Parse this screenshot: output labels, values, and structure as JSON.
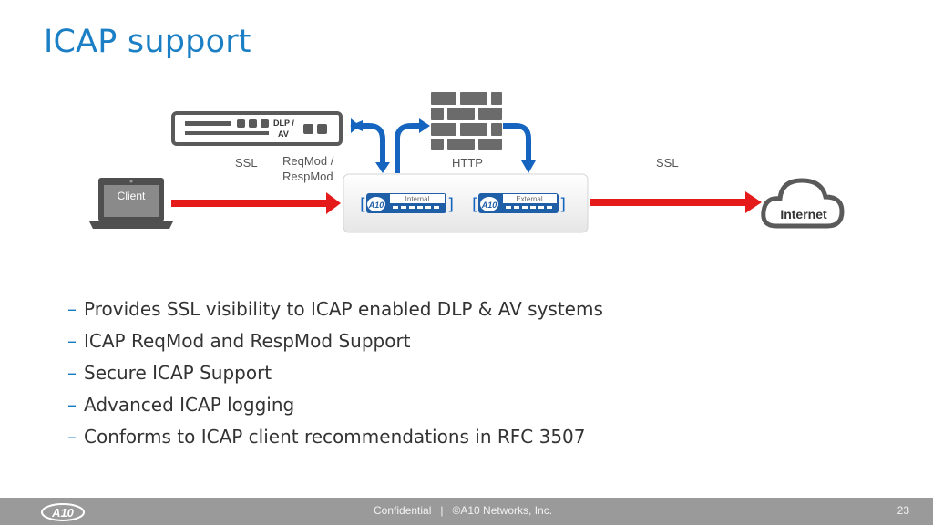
{
  "slide": {
    "title": "ICAP support",
    "page_number": "23"
  },
  "diagram": {
    "client_label": "Client",
    "dlp_label_line1": "DLP /",
    "dlp_label_line2": "AV",
    "ssl_left": "SSL",
    "reqmod_line1": "ReqMod /",
    "reqmod_line2": "RespMod",
    "http": "HTTP",
    "ssl_right": "SSL",
    "internal_label": "Internal",
    "external_label": "External",
    "internet_label": "Internet",
    "a10_text": "A10",
    "colors": {
      "arrow_red": "#e51b1b",
      "arrow_blue": "#1565c0",
      "device_gray": "#555555",
      "accent": "#1a7fc4"
    }
  },
  "bullets": [
    "Provides SSL visibility to ICAP enabled DLP & AV systems",
    "ICAP ReqMod and RespMod Support",
    "Secure ICAP Support",
    "Advanced ICAP logging",
    "Conforms to ICAP client recommendations in  RFC 3507"
  ],
  "footer": {
    "confidential": "Confidential   |   ©A10 Networks, Inc.",
    "logo_text": "A10"
  }
}
